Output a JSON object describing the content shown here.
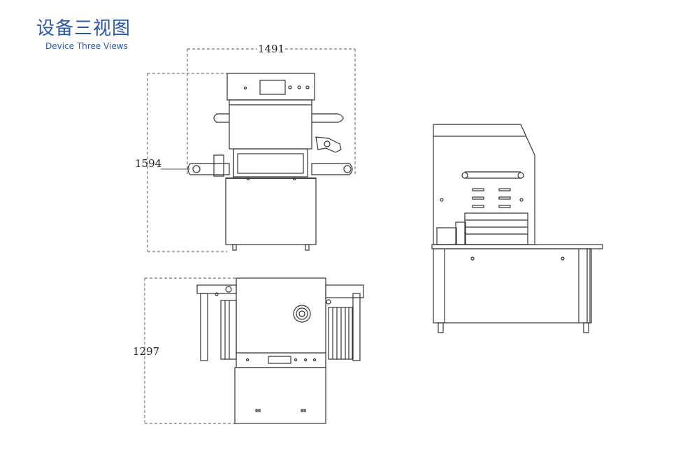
{
  "header": {
    "title_zh": "设备三视图",
    "title_en": "Device Three Views"
  },
  "dimensions": {
    "width": "1491",
    "height": "1594",
    "depth": "1297"
  },
  "colors": {
    "title": "#2d58a6",
    "line": "#333333",
    "dash": "#777777"
  }
}
